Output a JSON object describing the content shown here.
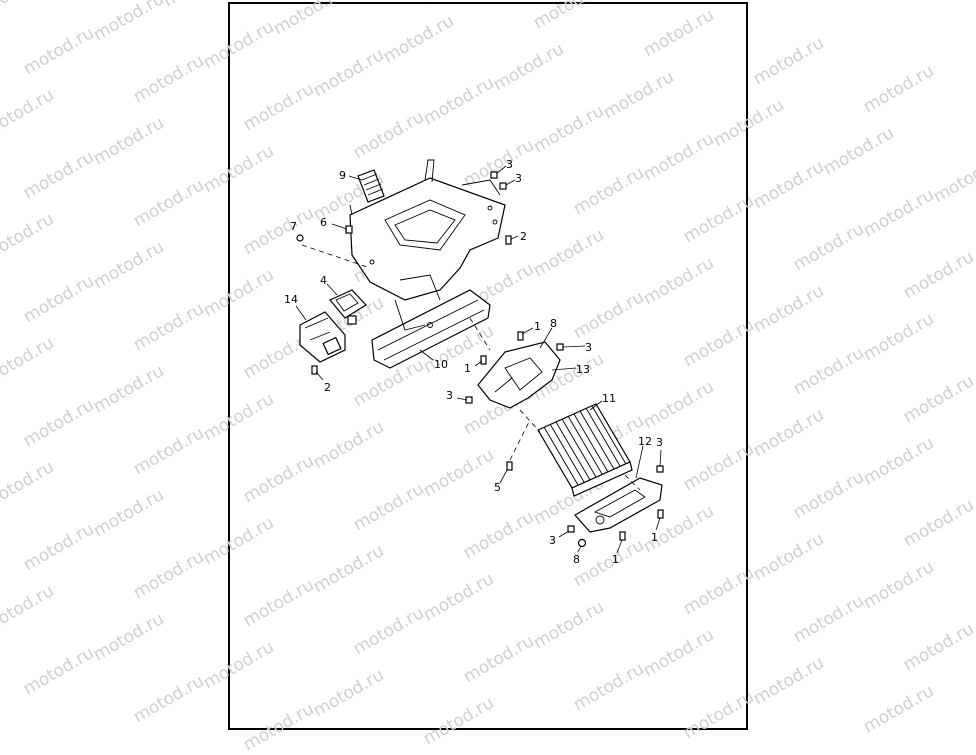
{
  "watermark": {
    "text": "motod.ru"
  },
  "callouts": {
    "c9": "9",
    "c3a": "3",
    "c3b": "3",
    "c7": "7",
    "c6": "6",
    "c2a": "2",
    "c4": "4",
    "c14": "14",
    "c2b": "2",
    "c10": "10",
    "c1a": "1",
    "c8a": "8",
    "c1b": "1",
    "c3c": "3",
    "c13": "13",
    "c3d": "3",
    "c11": "11",
    "c12": "12",
    "c3e": "3",
    "c5": "5",
    "c1c": "1",
    "c3f": "3",
    "c8b": "8",
    "c1d": "1"
  }
}
